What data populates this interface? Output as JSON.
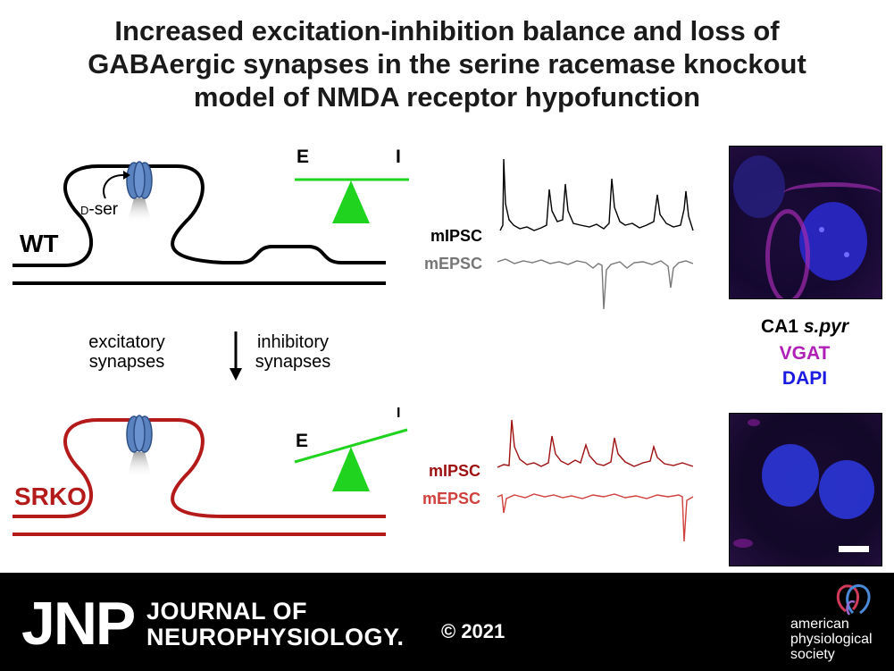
{
  "title_lines": [
    "Increased excitation-inhibition balance and loss of",
    "GABAergic synapses in the serine racemase knockout",
    "model of NMDA receptor hypofunction"
  ],
  "wt_label": "WT",
  "srko_label": "SRKO",
  "dser_prefix": "D",
  "dser_suffix": "-ser",
  "excitatory_label": "excitatory synapses",
  "inhibitory_label": "inhibitory synapses",
  "seesaw_wt": {
    "e": "E",
    "i": "I"
  },
  "seesaw_srko": {
    "e": "E",
    "i": "I"
  },
  "traces_wt": {
    "mipsc": "mIPSC",
    "mepsc": "mEPSC"
  },
  "traces_srko": {
    "mipsc": "mIPSC",
    "mepsc": "mEPSC"
  },
  "micro_labels": {
    "region_prefix": "CA1 ",
    "region_italic": "s.pyr",
    "stain1": "VGAT",
    "stain2": "DAPI"
  },
  "footer": {
    "logo": "JNP",
    "journal_line1": "JOURNAL OF",
    "journal_line2": "NEUROPHYSIOLOGY.",
    "copyright": "© 2021",
    "society": "american physiological society"
  },
  "colors": {
    "wt": "#000000",
    "srko": "#b41a1a",
    "seesaw": "#1fd31f",
    "vgat": "#b020b8",
    "dapi": "#1a1ae0",
    "receptor": "#5a82bf"
  }
}
